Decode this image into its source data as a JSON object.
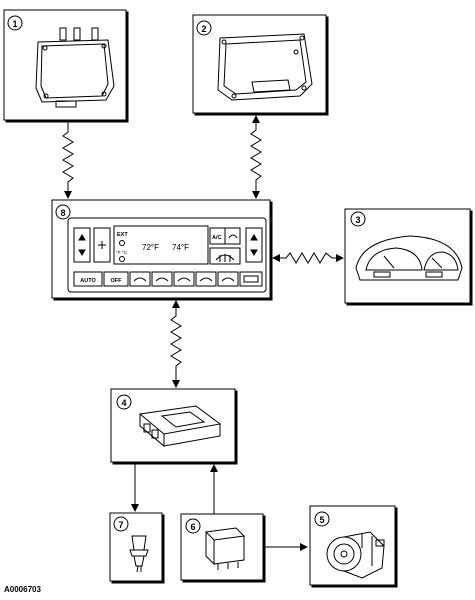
{
  "figure_id": "A0006703",
  "callouts": [
    "1",
    "2",
    "3",
    "4",
    "5",
    "6",
    "7",
    "8"
  ],
  "panel": {
    "buttons": [
      "AUTO",
      "OFF",
      "A/C"
    ],
    "indicator_ext": "EXT",
    "indicator_units": "°F °C",
    "temp_left": "72°F",
    "temp_right": "74°F"
  }
}
